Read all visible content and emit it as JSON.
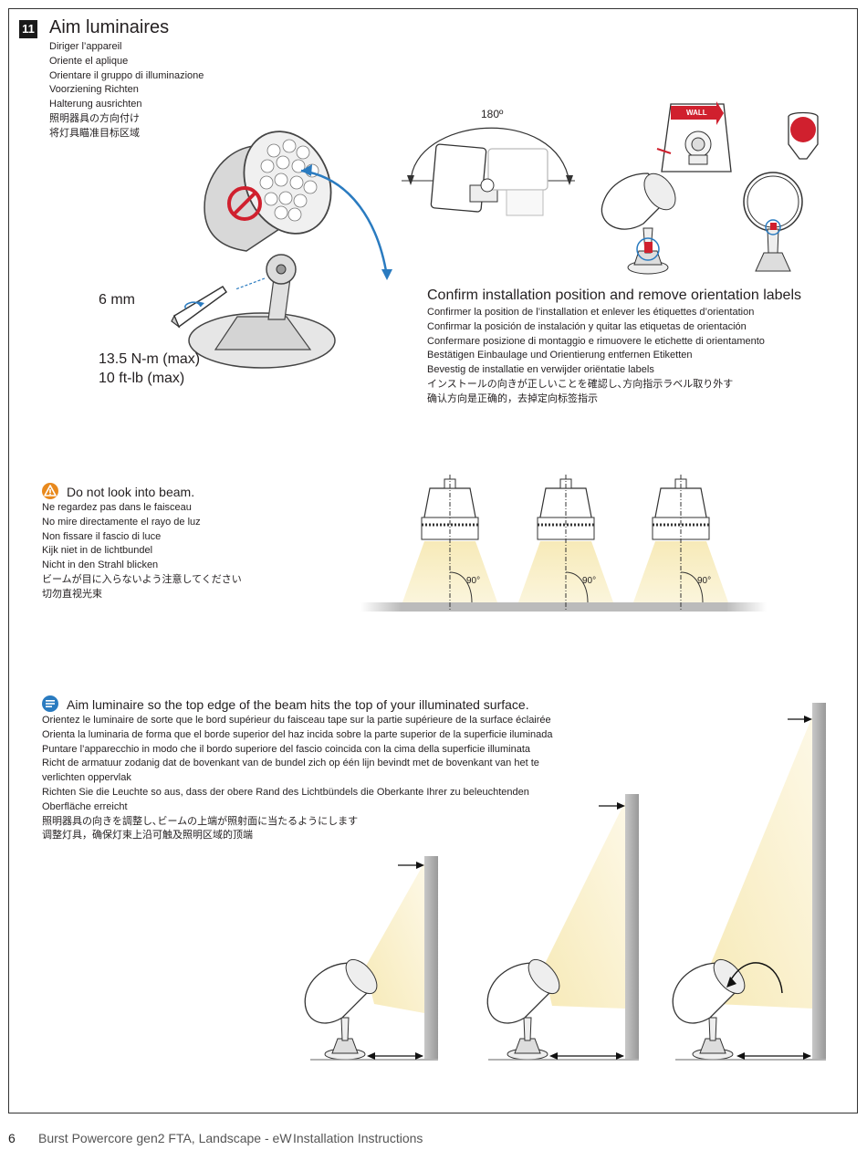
{
  "step": {
    "number": "11",
    "title": "Aim luminaires",
    "translations": [
      "Diriger l’appareil",
      "Oriente el aplique",
      "Orientare il gruppo di illuminazione",
      "Voorziening Richten",
      "Halterung ausrichten",
      "照明器具の方向付け",
      "将灯具瞄准目标区域"
    ]
  },
  "tool": {
    "size": "6 mm",
    "torque_metric": "13.5 N-m (max)",
    "torque_imperial": "10 ft-lb (max)"
  },
  "rotation": {
    "angle": "180º",
    "wall_label": "WALL"
  },
  "confirm": {
    "title": "Confirm installation position and remove orientation labels",
    "translations": [
      "Confirmer la position de l’installation et enlever les étiquettes d’orientation",
      "Confirmar la posición de instalación y quitar las etiquetas de orientación",
      "Confermare posizione di montaggio e rimuovere le etichette di orientamento",
      "Bestätigen Einbaulage und Orientierung entfernen Etiketten",
      "Bevestig de installatie en verwijder oriëntatie labels",
      "インストールの向きが正しいことを確認し､方向指示ラベル取り外す",
      "确认方向是正确的，去掉定向标签指示"
    ]
  },
  "warning": {
    "title": "Do not look into beam.",
    "translations": [
      "Ne regardez pas dans le faisceau",
      "No mire directamente el rayo de luz",
      "Non fissare il fascio di luce",
      "Kijk niet in de lichtbundel",
      "Nicht in den Strahl blicken",
      "ビームが目に入らないよう注意してください",
      "切勿直视光束"
    ],
    "angles": [
      "90°",
      "90°",
      "90°"
    ]
  },
  "aim_note": {
    "title": "Aim luminaire so the top edge of the beam hits the top of your illuminated surface.",
    "translations": [
      "Orientez le luminaire de sorte que le bord supérieur du faisceau tape sur la partie supérieure de la surface éclairée",
      "Orienta la luminaria de forma que el borde superior del haz incida sobre la parte superior de la superficie iluminada",
      "Puntare l’apparecchio in modo che il bordo superiore del fascio coincida con la cima della superficie illuminata",
      "Richt de armatuur zodanig dat de bovenkant van de bundel zich op één lijn bevindt met de bovenkant van het te verlichten oppervlak",
      "Richten Sie die Leuchte so aus, dass der obere Rand des Lichtbündels die Oberkante Ihrer zu beleuchtenden Oberfläche erreicht",
      "照明器具の向きを調整し､ビームの上端が照射面に当たるようにします",
      "调整灯具，确保灯束上沿可触及照明区域的顶端"
    ]
  },
  "footer": {
    "page": "6",
    "product": "Burst Powercore gen2 FTA, Landscape - eW",
    "doc": "Installation Instructions"
  },
  "colors": {
    "accent_blue": "#2a7bc0",
    "warning_orange": "#e8891d",
    "prohibit_red": "#d0202e",
    "beam": "#f7eab8"
  }
}
